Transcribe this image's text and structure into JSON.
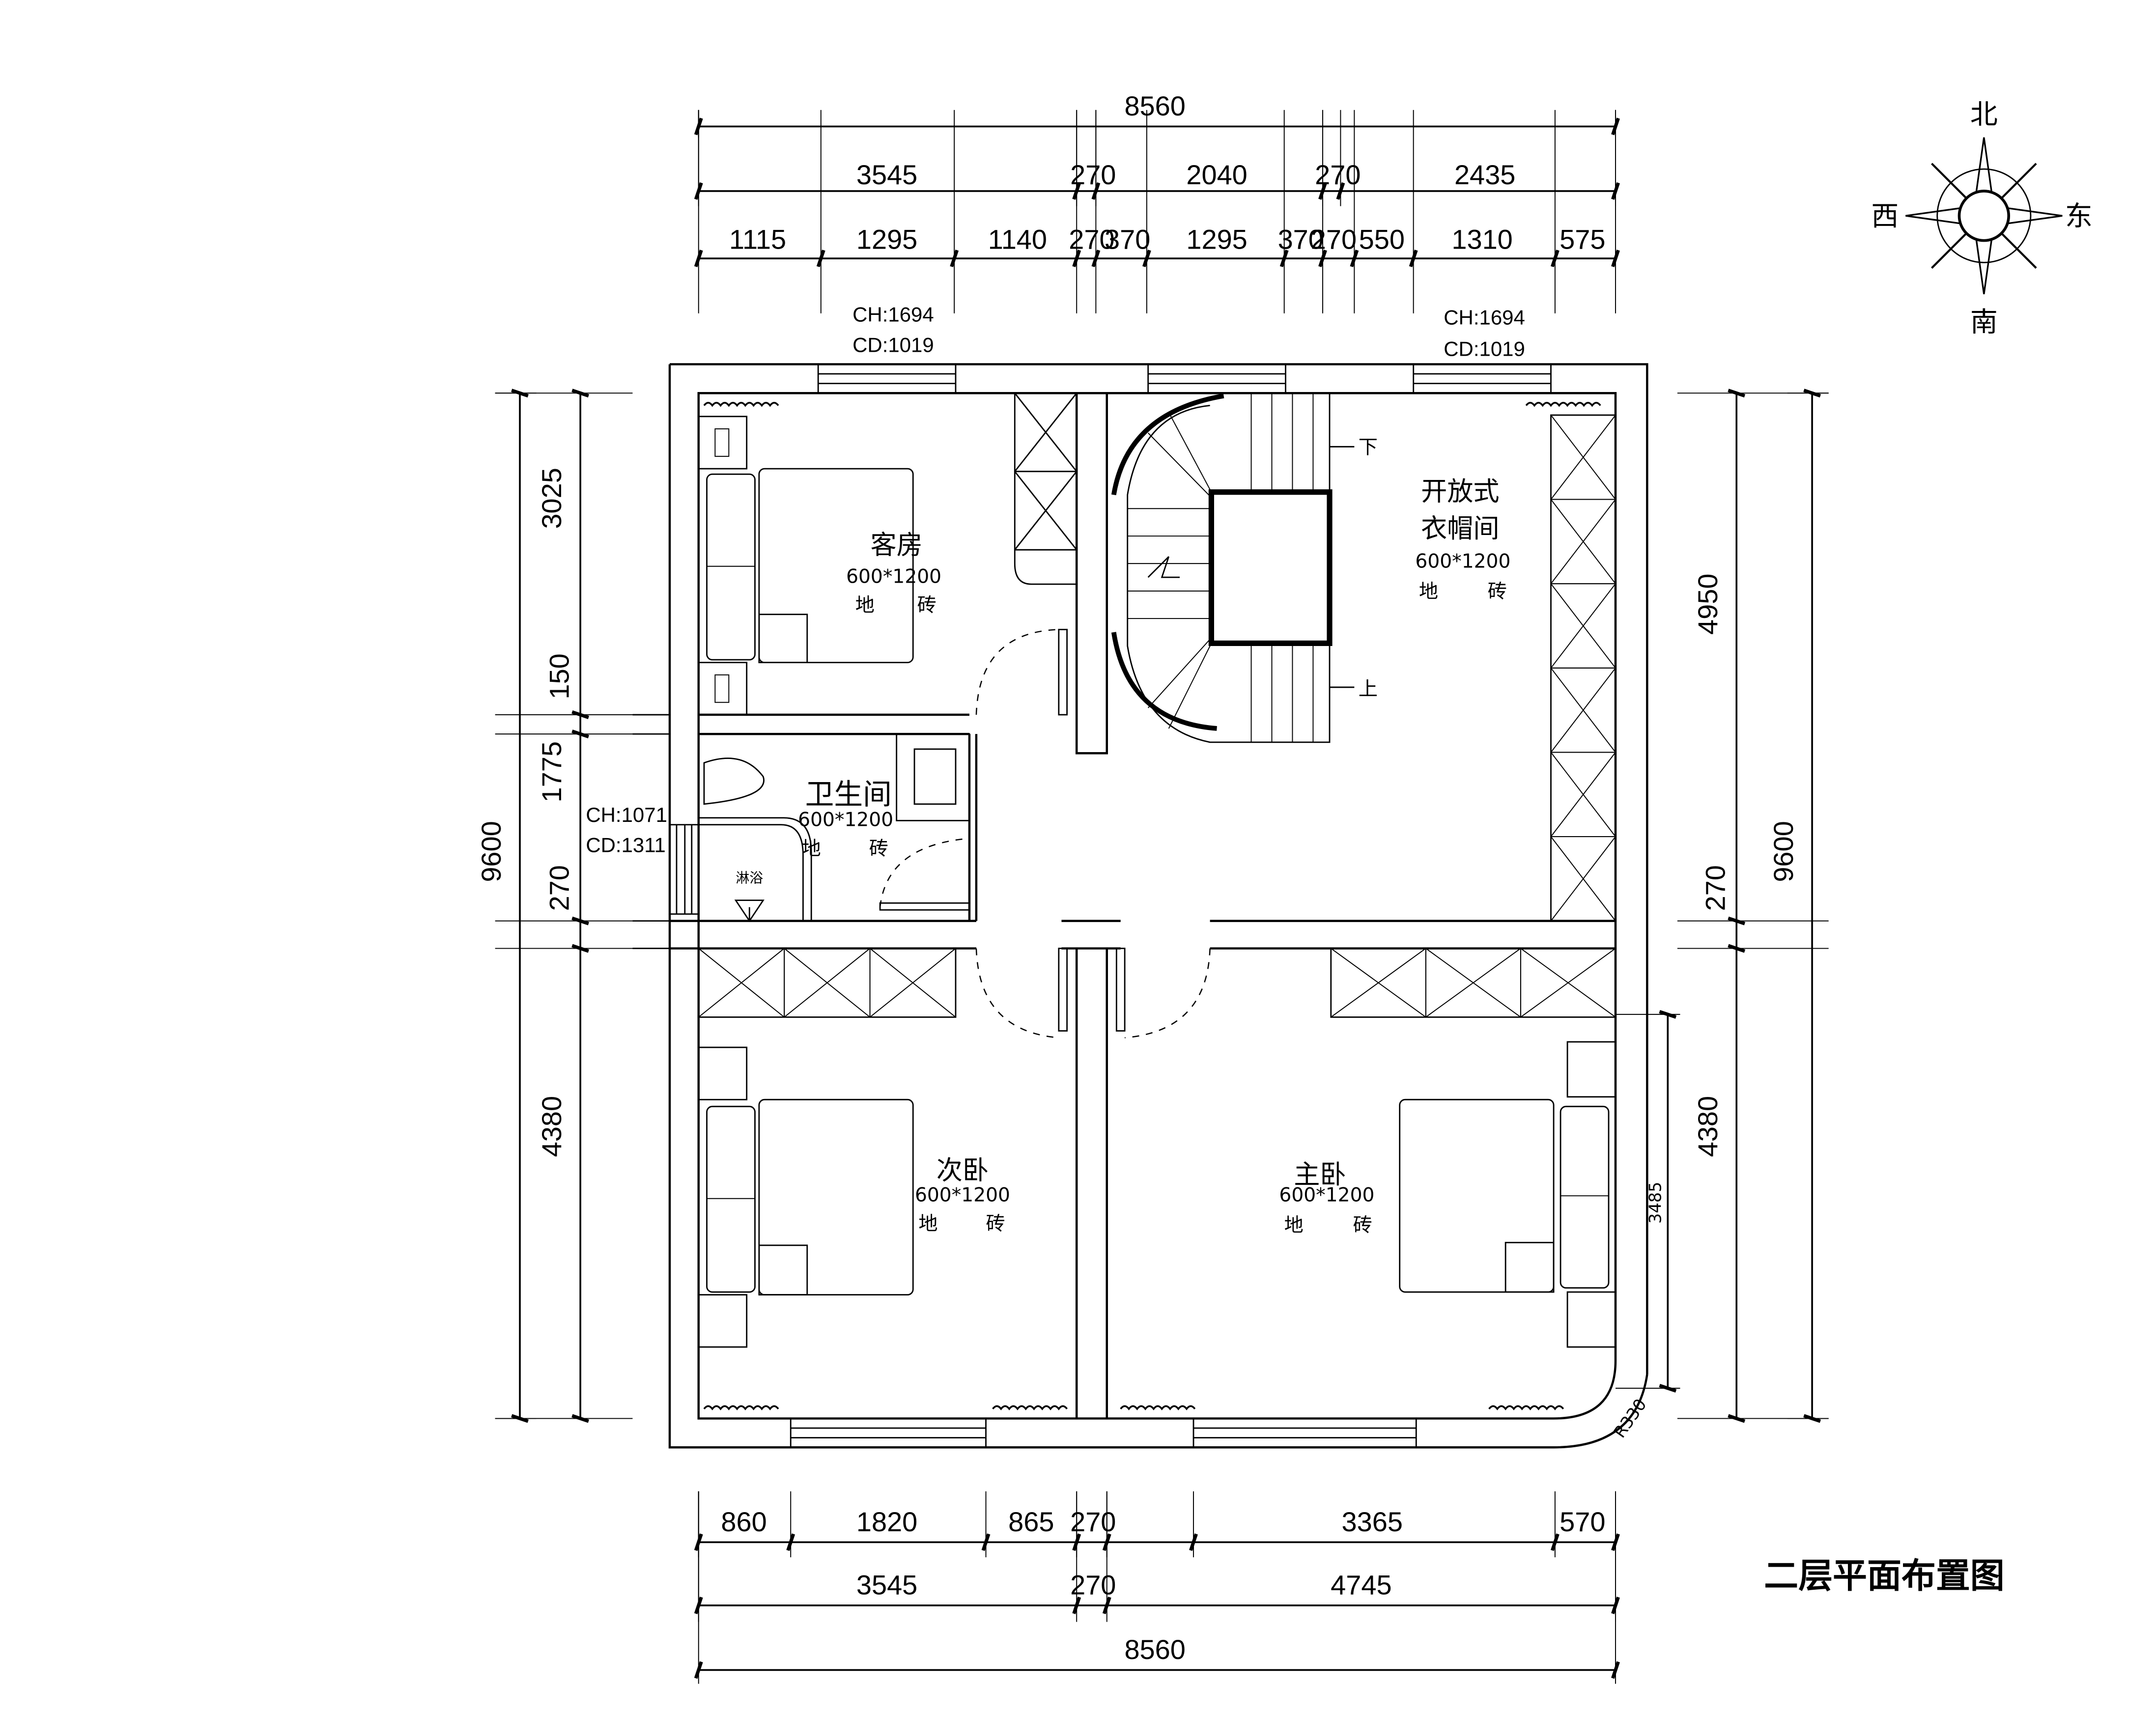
{
  "title": "二层平面布置图",
  "compass": {
    "north": "北",
    "south": "南",
    "east": "东",
    "west": "西"
  },
  "dimensions": {
    "top_total": "8560",
    "top_mid": [
      "3545",
      "270",
      "2040",
      "270",
      "2435"
    ],
    "top_detail": [
      "1115",
      "1295",
      "1140",
      "270",
      "370",
      "1295",
      "370",
      "270",
      "550",
      "1310",
      "575"
    ],
    "bottom_detail": [
      "860",
      "1820",
      "865",
      "270",
      "3365",
      "570"
    ],
    "bottom_mid": [
      "3545",
      "270",
      "4745"
    ],
    "bottom_total": "8560",
    "left_detail": [
      "3025",
      "150",
      "1775",
      "270",
      "4380"
    ],
    "left_total": "9600",
    "right_detail": [
      "4950",
      "270",
      "4380"
    ],
    "right_total": "9600",
    "right_inner": "3485",
    "corner_radius": "R330"
  },
  "window_notes": {
    "top_left": {
      "ch": "CH:1694",
      "cd": "CD:1019"
    },
    "top_right": {
      "ch": "CH:1694",
      "cd": "CD:1019"
    },
    "bathroom": {
      "ch": "CH:1071",
      "cd": "CD:1311"
    }
  },
  "rooms": {
    "guest": {
      "name": "客房",
      "tile": "600*1200",
      "floor1": "地",
      "floor2": "砖"
    },
    "bathroom": {
      "name": "卫生间",
      "tile": "600*1200",
      "floor1": "地",
      "floor2": "砖",
      "shower": "淋浴"
    },
    "cloakroom": {
      "name1": "开放式",
      "name2": "衣帽间",
      "tile": "600*1200",
      "floor1": "地",
      "floor2": "砖"
    },
    "second_bedroom": {
      "name": "次卧",
      "tile": "600*1200",
      "floor1": "地",
      "floor2": "砖"
    },
    "master_bedroom": {
      "name": "主卧",
      "tile": "600*1200",
      "floor1": "地",
      "floor2": "砖"
    }
  },
  "stairs": {
    "down": "下",
    "up": "上"
  }
}
